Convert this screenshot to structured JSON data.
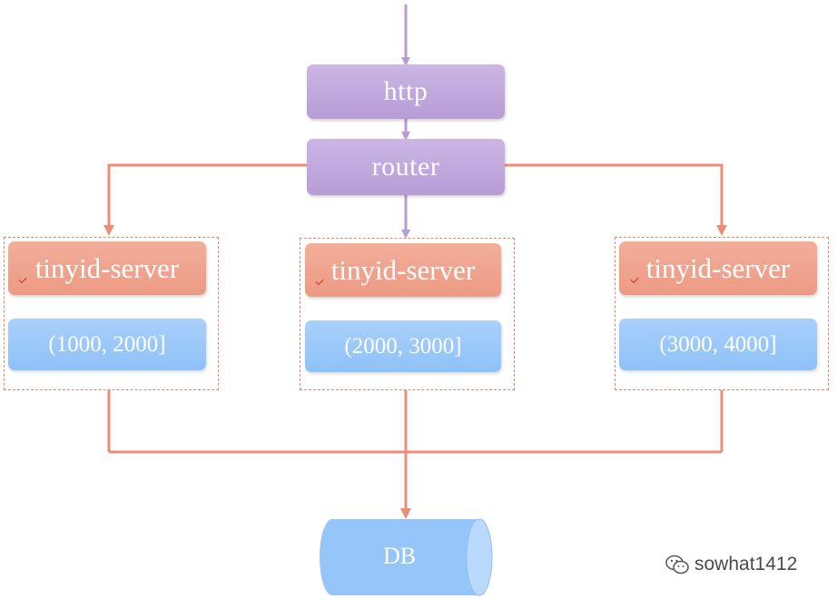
{
  "nodes": {
    "http": "http",
    "router": "router",
    "servers": [
      {
        "name": "tinyid-server",
        "range": "(1000, 2000]"
      },
      {
        "name": "tinyid-server",
        "range": "(2000, 3000]"
      },
      {
        "name": "tinyid-server",
        "range": "(3000, 4000]"
      }
    ],
    "db": "DB"
  },
  "watermark": {
    "icon": "wechat-icon",
    "text": "sowhat1412"
  },
  "colors": {
    "purple": "#c3aade",
    "salmon": "#ef9f89",
    "blue": "#96c6f9",
    "connector_salmon": "#ec8d78",
    "connector_purple": "#b79cd6"
  }
}
